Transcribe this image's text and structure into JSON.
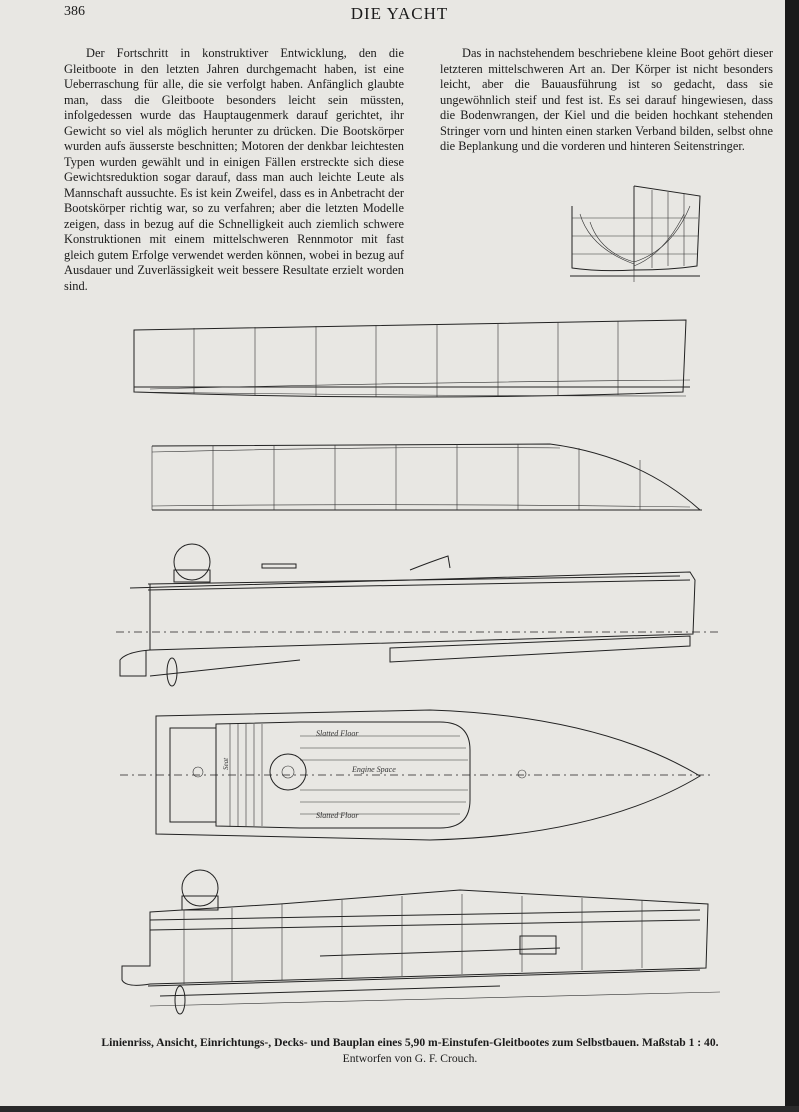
{
  "header": {
    "page_number": "386",
    "running_head": "DIE YACHT"
  },
  "article": {
    "paragraph_left": "Der Fortschritt in konstruktiver Entwicklung, den die Gleitboote in den letzten Jahren durchgemacht haben, ist eine Ueberraschung für alle, die sie verfolgt haben. Anfänglich glaubte man, dass die Gleitboote besonders leicht sein müssten, infolgedessen wurde das Hauptaugenmerk darauf gerichtet, ihr Gewicht so viel als möglich herunter zu drücken. Die Bootskörper wurden aufs äusserste beschnitten; Motoren der denkbar leichtesten Typen wurden gewählt und in einigen Fällen erstreckte sich diese Gewichtsreduktion sogar darauf, dass man auch leichte Leute als Mannschaft aussuchte. Es ist kein Zweifel, dass es in Anbetracht der Bootskörper richtig war, so zu verfahren; aber die letzten Modelle zeigen, dass in bezug auf die Schnelligkeit auch ziemlich schwere Konstruktionen mit einem mittelschweren Rennmotor mit fast gleich gutem Erfolge verwendet werden können, wobei in bezug auf Ausdauer und Zuverlässigkeit weit bessere Resultate erzielt worden sind.",
    "paragraph_right": "Das in nachstehendem beschriebene kleine Boot gehört dieser letzteren mittelschweren Art an. Der Körper ist nicht besonders leicht, aber die Bauausführung ist so gedacht, dass sie ungewöhnlich steif und fest ist. Es sei darauf hingewiesen, dass die Bodenwrangen, der Kiel und die beiden hochkant stehenden Stringer vorn und hinten einen starken Verband bilden, selbst ohne die Beplankung und die vorderen und hinteren Seitenstringer."
  },
  "figure": {
    "caption": "Linienriss, Ansicht, Einrichtungs-, Decks- und Bauplan eines 5,90 m-Einstufen-Gleitbootes zum Selbstbauen.  Maßstab 1 : 40.",
    "credit": "Entworfen von G. F. Crouch.",
    "deck_labels": {
      "engine_space": "Engine Space",
      "seat": "Seat",
      "slatted_floor": "Slatted Floor"
    }
  }
}
